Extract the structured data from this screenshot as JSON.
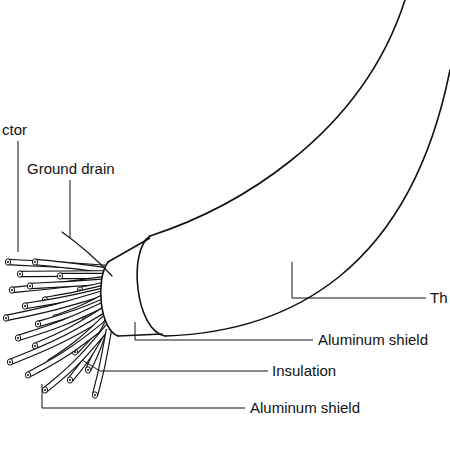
{
  "diagram": {
    "labels": [
      "ctor",
      "Ground drain",
      "Th",
      "Aluminum shield",
      "Insulation",
      "Aluminum shield"
    ]
  }
}
